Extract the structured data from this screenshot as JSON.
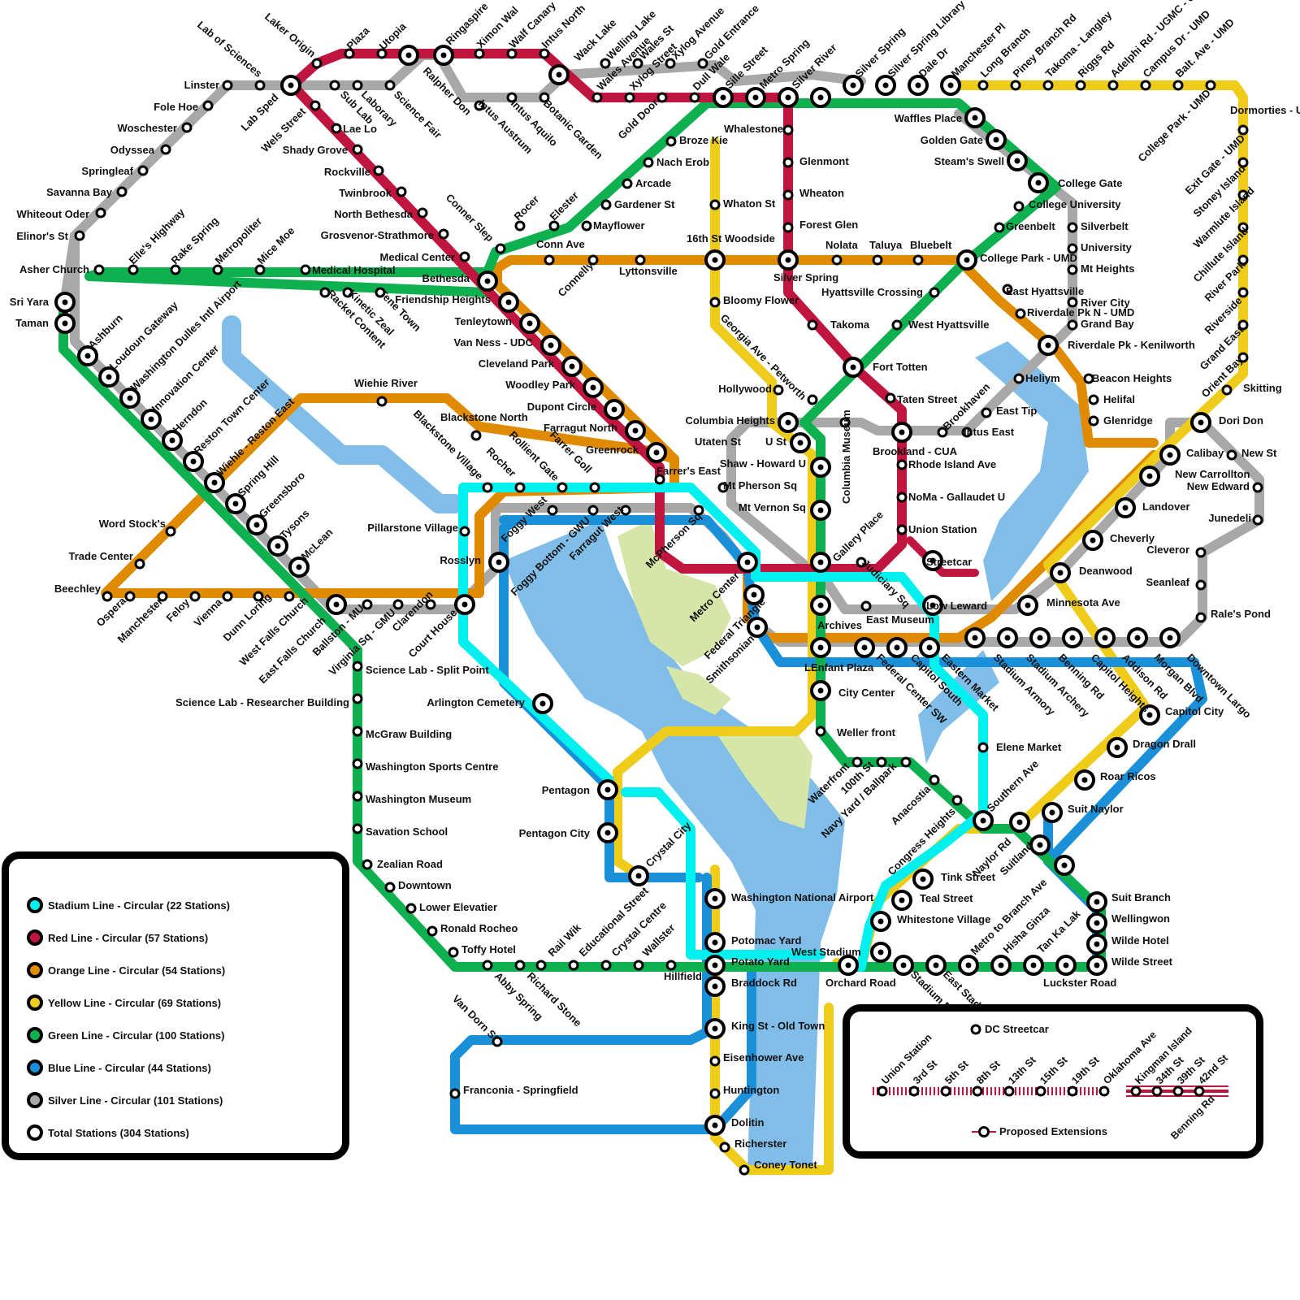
{
  "colors": {
    "stadium": "#00f0f0",
    "red": "#c0153e",
    "orange": "#e08a00",
    "yellow": "#f0cc1a",
    "green": "#0fb050",
    "blue": "#1a90d8",
    "silver": "#a8a8a8",
    "water": "#80bde8",
    "park": "#d5e6a8",
    "station_ring": "#000000"
  },
  "legend": {
    "items": [
      {
        "line": "stadium",
        "label": "Stadium Line - Circular (22 Stations)"
      },
      {
        "line": "red",
        "label": "Red Line - Circular (57 Stations)"
      },
      {
        "line": "orange",
        "label": "Orange Line - Circular (54 Stations)"
      },
      {
        "line": "yellow",
        "label": "Yellow Line - Circular (69 Stations)"
      },
      {
        "line": "green",
        "label": "Green Line - Circular (100 Stations)"
      },
      {
        "line": "blue",
        "label": "Blue Line - Circular (44 Stations)"
      },
      {
        "line": "silver",
        "label": "Silver Line - Circular (101 Stations)"
      },
      {
        "line": "total",
        "label": "Total Stations (304 Stations)"
      }
    ]
  },
  "streetcar_box": {
    "title": "DC Streetcar",
    "stations_a": [
      "Union Station",
      "3rd St",
      "5th St",
      "8th St",
      "13th St",
      "15th St",
      "19th St",
      "Oklahoma Ave"
    ],
    "stations_b": [
      "Kingman Island",
      "34th St",
      "39th St",
      "42nd St"
    ],
    "terminal": "Benning Rd",
    "proposed_label": "Proposed Extensions"
  },
  "stations": {
    "s1": "Lab of Sciences",
    "s2": "Laker Origin",
    "s3": "Plaza",
    "s4": "Utopia",
    "s5": "Ringaspire",
    "s6": "Ximon Wal",
    "s7": "Walf Canary",
    "s8": "Intus North",
    "s9": "Wack Lake",
    "s10": "Welling Lake",
    "s11": "Wales St",
    "s12": "Xylog Avenue",
    "s13": "Gold Entrance",
    "s14": "Wales Avenue",
    "s15": "Xylog Street",
    "s16": "Gold Door",
    "s17": "Dull Wale",
    "s18": "Sille Street",
    "s19": "Metro Spring",
    "s20": "Silver River",
    "s21": "Silver Spring",
    "s22": "Silver Spring Library",
    "s23": "Dale Dr",
    "s24": "Manchester Pl",
    "s25": "Long Branch",
    "s26": "Piney Branch Rd",
    "s27": "Takoma - Langley",
    "s28": "Riggs Rd",
    "s29": "Adelphi Rd - UGMC - UMD",
    "s30": "Campus Dr - UMD",
    "s31": "Balt. Ave - UMD",
    "s32": "Dormorties - UMD",
    "s33": "College Park - UMD",
    "s34": "Exit Gate - UMD",
    "s35": "Stoney Island",
    "s36": "Warmlute Island",
    "s37": "Chillute Island",
    "s38": "River Park",
    "s39": "Riverside",
    "s40": "Grand East",
    "s41": "Orient Bay",
    "s42": "Skitting",
    "s43": "Linster",
    "s44": "Fole Hoe",
    "s45": "Woschester",
    "s46": "Odyssea",
    "s47": "Springleaf",
    "s48": "Savanna Bay",
    "s49": "Whiteout Oder",
    "s50": "Elinor's St",
    "s51": "Asher Church",
    "s52": "Sri Yara",
    "s53": "Taman",
    "s54": "Lab Sped",
    "s55": "Sub Lab",
    "s56": "Laborary",
    "s57": "Science Fair",
    "s58": "Ralpher Don",
    "s59": "Intus Austrum",
    "s60": "Intus Aquilo",
    "s61": "Botanic Garden",
    "s62": "Wels Street",
    "s63": "Lae Lo",
    "s64": "Shady Grove",
    "s65": "Rockville",
    "s66": "Twinbrook",
    "s67": "North Bethesda",
    "s68": "Grosvenor-Strathmore",
    "s69": "Medical Center",
    "s70": "Bethesda",
    "s71": "Friendship Heights",
    "s72": "Tenleytown",
    "s73": "Van Ness - UDC",
    "s74": "Cleveland Park",
    "s75": "Woodley Park",
    "s76": "Dupont Circle",
    "s77": "Farragut North",
    "s78": "Greenrock",
    "s79": "Farrer's East",
    "s80": "Conner Slep",
    "s81": "Rocer",
    "s82": "Elester",
    "s83": "Mayflower",
    "s84": "Gardener St",
    "s85": "Arcade",
    "s86": "Nach Erob",
    "s87": "Broze Kie",
    "s88": "Whalestone",
    "s89": "Glenmont",
    "s90": "Wheaton",
    "s91": "Forest Glen",
    "s92": "Whaton St",
    "s93": "16th St Woodside",
    "s94": "Nolata",
    "s95": "Taluya",
    "s96": "Bluebelt",
    "s97": "College Park - UMD",
    "s98": "Silver Spring",
    "s99": "Bloomy Flower",
    "s100": "Georgia Ave - Petworth",
    "s101": "Conn Ave",
    "s102": "Connelly",
    "s103": "Lyttonsville",
    "s104": "Elle's Highway",
    "s105": "Rake Spring",
    "s106": "Metropoliter",
    "s107": "Mice Moe",
    "s108": "Medical Hospital",
    "s109": "Racket Content",
    "s110": "Kinetic Zeal",
    "s111": "Tene Town",
    "s112": "Ashburn",
    "s113": "Loudoun Gateway",
    "s114": "Washington Dulles Intl Airport",
    "s115": "Innovation Center",
    "s116": "Herndon",
    "s117": "Reston Town Center",
    "s118": "Wiehle - Reston East",
    "s119": "Spring Hill",
    "s120": "Greensboro",
    "s121": "Tysons",
    "s122": "McLean",
    "s123": "Wiehie River",
    "s124": "Blackstone North",
    "s125": "Blackstone Village",
    "s126": "Rocher",
    "s127": "Rollient Gate",
    "s128": "Farrer Goll",
    "s129": "Word Stock's",
    "s130": "Trade Center",
    "s131": "Beechley",
    "s132": "Ospera",
    "s133": "Manchester",
    "s134": "Feloy",
    "s135": "Vienna",
    "s136": "Dunn Loring",
    "s137": "West Falls Church",
    "s138": "East Falls Church",
    "s139": "Ballston - MU",
    "s140": "Virginia Sq - GMU",
    "s141": "Clarendon",
    "s142": "Court House",
    "s143": "Rosslyn",
    "s144": "Foggy West",
    "s145": "Foggy Bottom - GWU",
    "s146": "Farragut West",
    "s147": "Pillarstone Village",
    "s148": "McPherson Sq",
    "s149": "Mt Pherson Sq",
    "s150": "Mt Vernon Sq",
    "s151": "Metro Center",
    "s152": "Federal Triangle",
    "s153": "Smithsonian",
    "s154": "Columbia Heights",
    "s155": "Utaten St",
    "s156": "U St",
    "s157": "Shaw - Howard U",
    "s158": "Columbia Museum",
    "s159": "Gallery Place",
    "s160": "Judiciary Sq",
    "s161": "Archives",
    "s162": "East Museum",
    "s163": "LEnfant Plaza",
    "s164": "City Center",
    "s165": "Federal Center SW",
    "s166": "Capitol South",
    "s167": "Eastern Market",
    "s168": "Hollywood",
    "s169": "Fort Totten",
    "s170": "Takoma",
    "s171": "West Hyattsville",
    "s172": "Hyattsville Crossing",
    "s173": "Taten Street",
    "s174": "Brookland - CUA",
    "s175": "Rhode Island Ave",
    "s176": "NoMa - Gallaudet U",
    "s177": "Union Station",
    "s178": "Streetcar",
    "s179": "Low Leward",
    "s180": "Brookhaven",
    "s181": "Intus East",
    "s182": "East Tip",
    "s183": "Heliym",
    "s184": "Waffles Place",
    "s185": "Golden Gate",
    "s186": "Steam's Swell",
    "s187": "College Gate",
    "s188": "College University",
    "s189": "Greenbelt",
    "s190": "Silverbelt",
    "s191": "University",
    "s192": "Mt Heights",
    "s193": "River City",
    "s194": "Grand Bay",
    "s195": "East Hyattsville",
    "s196": "Riverdale Pk N - UMD",
    "s197": "Riverdale Pk - Kenilworth",
    "s198": "Beacon Heights",
    "s199": "Helifal",
    "s200": "Glenridge",
    "s201": "Dori Don",
    "s202": "New St",
    "s203": "Calibay",
    "s204": "New Carrollton",
    "s205": "New Edward",
    "s206": "Landover",
    "s207": "Junedeli",
    "s208": "Cheverly",
    "s209": "Cleveror",
    "s210": "Deanwood",
    "s211": "Seanleaf",
    "s212": "Minnesota Ave",
    "s213": "Rale's Pond",
    "s214": "Stadium Armory",
    "s215": "Stadium Archery",
    "s216": "Benning Rd",
    "s217": "Capitol Heights",
    "s218": "Addison Rd",
    "s219": "Morgan Blvd",
    "s220": "Downtown Largo",
    "s221": "Capitol City",
    "s222": "Dragon Drall",
    "s223": "Roar Ricos",
    "s224": "Suit Naylor",
    "s225": "Science Lab - Split Point",
    "s226": "Science Lab - Researcher Building",
    "s227": "McGraw Building",
    "s228": "Washington Sports Centre",
    "s229": "Washington Museum",
    "s230": "Savation School",
    "s231": "Zealian Road",
    "s232": "Downtown",
    "s233": "Lower Elevatier",
    "s234": "Ronald Rocheo",
    "s235": "Toffy Hotel",
    "s236": "Abby Spring",
    "s237": "Richard Stone",
    "s238": "Rail Wik",
    "s239": "Educational Street",
    "s240": "Crystal Centre",
    "s241": "Wallster",
    "s242": "Hillfield",
    "s243": "Arlington Cemetery",
    "s244": "Pentagon",
    "s245": "Pentagon City",
    "s246": "Crystal City",
    "s247": "Washington National Airport",
    "s248": "Potomac Yard",
    "s249": "Potato Yard",
    "s250": "Braddock Rd",
    "s251": "King St - Old Town",
    "s252": "Eisenhower Ave",
    "s253": "Huntington",
    "s254": "Dolitin",
    "s255": "Richerster",
    "s256": "Coney Tonet",
    "s257": "Van Dorn St",
    "s258": "Franconia - Springfield",
    "s259": "Weller front",
    "s260": "Waterfront",
    "s261": "100th St",
    "s262": "Navy Yard / Ballpark",
    "s263": "Anacostia",
    "s264": "Congress Heights",
    "s265": "Southern Ave",
    "s266": "Elene Market",
    "s267": "Naylor Rd",
    "s268": "Suitland",
    "s269": "Tink Street",
    "s270": "Teal Street",
    "s271": "Whitestone Village",
    "s272": "West Stadium",
    "s273": "Orchard Road",
    "s274": "Stadium Entrance",
    "s275": "East Stadium",
    "s276": "Metro to Branch Ave",
    "s277": "Hisha Ginza",
    "s278": "Tan Ka Lak",
    "s279": "Luckster Road",
    "s280": "Suit Branch",
    "s281": "Wellingwon",
    "s282": "Wilde Hotel",
    "s283": "Wilde Street"
  }
}
